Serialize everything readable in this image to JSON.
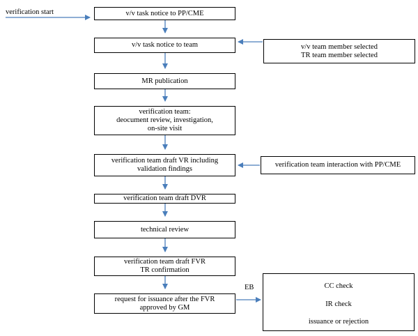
{
  "start_label": "verification start",
  "eb_label": "EB",
  "colors": {
    "arrow": "#4a7ebb",
    "border": "#000000"
  },
  "steps": [
    {
      "lines": [
        "v/v task notice to PP/CME"
      ]
    },
    {
      "lines": [
        "v/v task notice to team"
      ]
    },
    {
      "lines": [
        "MR publication"
      ]
    },
    {
      "lines": [
        "verification team:",
        "deocument review, investigation,",
        "on-site visit"
      ]
    },
    {
      "lines": [
        "verification team draft VR including",
        "validation findings"
      ]
    },
    {
      "lines": [
        "verification team draft DVR"
      ]
    },
    {
      "lines": [
        "technical review"
      ]
    },
    {
      "lines": [
        "verification team draft FVR",
        "TR confirmation"
      ]
    },
    {
      "lines": [
        "request for issuance after the FVR",
        "approved by GM"
      ]
    }
  ],
  "side_boxes": {
    "team_selection": {
      "lines": [
        "v/v team member selected",
        "TR team member selected"
      ]
    },
    "interaction": {
      "lines": [
        "verification team interaction with PP/CME"
      ]
    },
    "eb_process": {
      "lines": [
        "CC check",
        "IR check",
        "issuance or rejection"
      ]
    }
  }
}
